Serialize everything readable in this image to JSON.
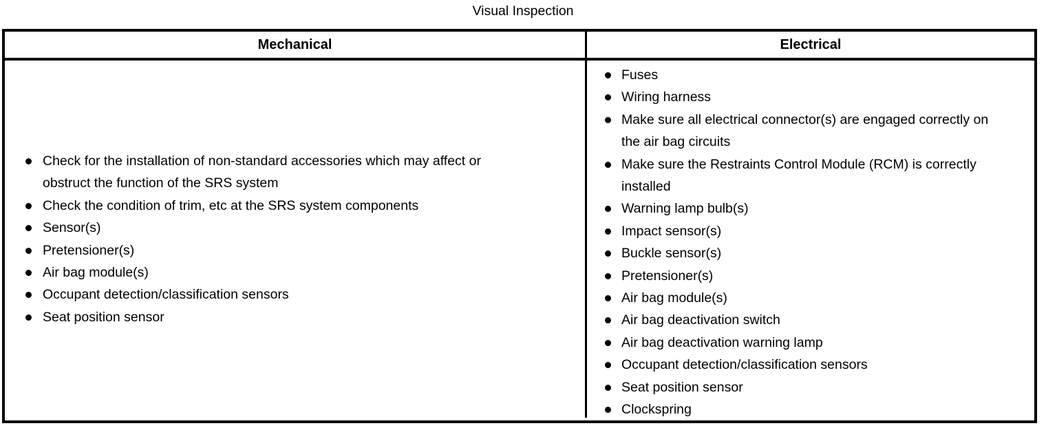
{
  "document": {
    "title": "Visual Inspection"
  },
  "table": {
    "columns": [
      {
        "key": "mechanical",
        "header": "Mechanical"
      },
      {
        "key": "electrical",
        "header": "Electrical"
      }
    ],
    "mechanical": {
      "header": "Mechanical",
      "items": [
        "Check for the installation of non-standard accessories which may affect or obstruct the function of the SRS system",
        "Check the condition of trim, etc at the SRS system components",
        "Sensor(s)",
        "Pretensioner(s)",
        "Air bag module(s)",
        "Occupant detection/classification sensors",
        "Seat position sensor"
      ]
    },
    "electrical": {
      "header": "Electrical",
      "items": [
        "Fuses",
        "Wiring harness",
        "Make sure all electrical connector(s) are engaged correctly on the air bag circuits",
        "Make sure the Restraints Control Module (RCM) is correctly installed",
        "Warning lamp bulb(s)",
        "Impact sensor(s)",
        "Buckle sensor(s)",
        "Pretensioner(s)",
        "Air bag module(s)",
        "Air bag deactivation switch",
        "Air bag deactivation warning lamp",
        "Occupant detection/classification sensors",
        "Seat position sensor",
        "Clockspring"
      ]
    }
  },
  "style": {
    "text_color": "#000000",
    "border_color": "#000000",
    "background_color": "#ffffff"
  }
}
